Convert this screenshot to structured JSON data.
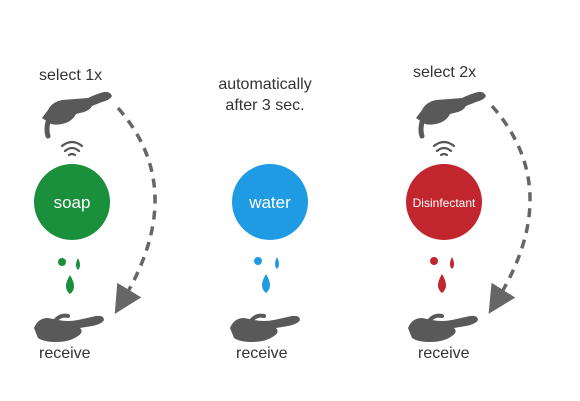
{
  "colors": {
    "soap": "#1a8f3c",
    "water": "#1e9be3",
    "disinfectant": "#c1262e",
    "hand": "#595959",
    "arrow": "#666666",
    "text": "#333333"
  },
  "steps": [
    {
      "top_label": "select 1x",
      "circle_label": "soap",
      "bottom_label": "receive"
    },
    {
      "top_label_line1": "automatically",
      "top_label_line2": "after 3 sec.",
      "circle_label": "water",
      "bottom_label": "receive"
    },
    {
      "top_label": "select 2x",
      "circle_label": "Disinfectant",
      "bottom_label": "receive"
    }
  ],
  "icons": [
    "hand-wave-icon",
    "sensor-waves-icon",
    "drops-icon",
    "open-palm-icon",
    "dashed-arc-arrow-icon"
  ]
}
